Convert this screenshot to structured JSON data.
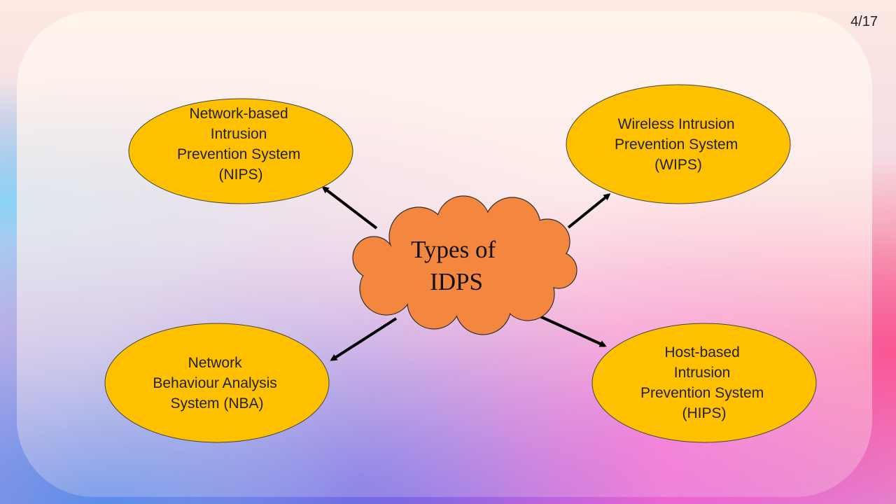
{
  "slide": {
    "page_number": "4/17"
  },
  "diagram": {
    "center": {
      "lines": [
        "Types of",
        "IDPS"
      ],
      "color": "#f4873f"
    },
    "node_color": "#ffc000",
    "nodes": [
      {
        "id": "nips",
        "lines": [
          "Network-based",
          "Intrusion",
          "Prevention System",
          "(NIPS)"
        ]
      },
      {
        "id": "wips",
        "lines": [
          "Wireless Intrusion",
          "Prevention System",
          "(WIPS)"
        ]
      },
      {
        "id": "nba",
        "lines": [
          "Network",
          "Behaviour Analysis",
          "System (NBA)"
        ]
      },
      {
        "id": "hips",
        "lines": [
          "Host-based",
          "Intrusion",
          "Prevention System",
          "(HIPS)"
        ]
      }
    ]
  }
}
